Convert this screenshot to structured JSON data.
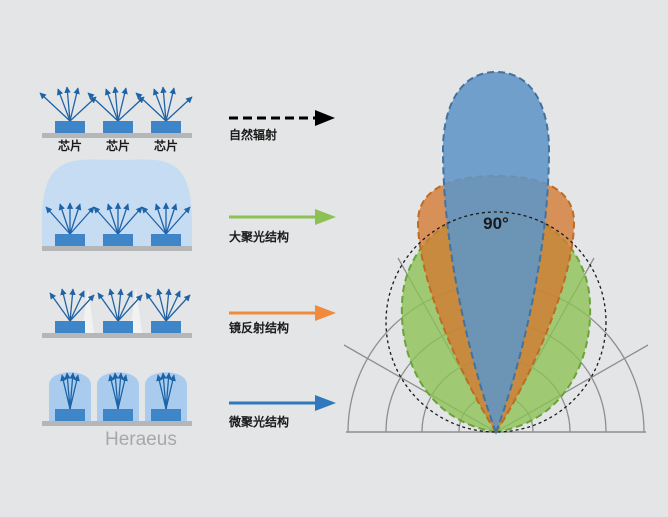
{
  "chip_labels": [
    "芯片",
    "芯片",
    "芯片"
  ],
  "rows": [
    {
      "label": "自然辐射",
      "arrow_color": "#000000",
      "arrow_style": "dashed"
    },
    {
      "label": "大聚光结构",
      "arrow_color": "#8dc153",
      "arrow_style": "solid"
    },
    {
      "label": "镜反射结构",
      "arrow_color": "#f08a3c",
      "arrow_style": "solid"
    },
    {
      "label": "微聚光结构",
      "arrow_color": "#2f78bd",
      "arrow_style": "solid"
    }
  ],
  "brand": "Heraeus",
  "angle_label": "90°",
  "colors": {
    "background": "#e4e5e6",
    "chip": "#3f86c8",
    "substrate": "#b4b6b8",
    "ray": "#1e63a8",
    "dome": "#c6dcf3",
    "green_lobe": "#8dc153",
    "orange_lobe": "#d2782f",
    "blue_lobe": "#5e95c6"
  }
}
